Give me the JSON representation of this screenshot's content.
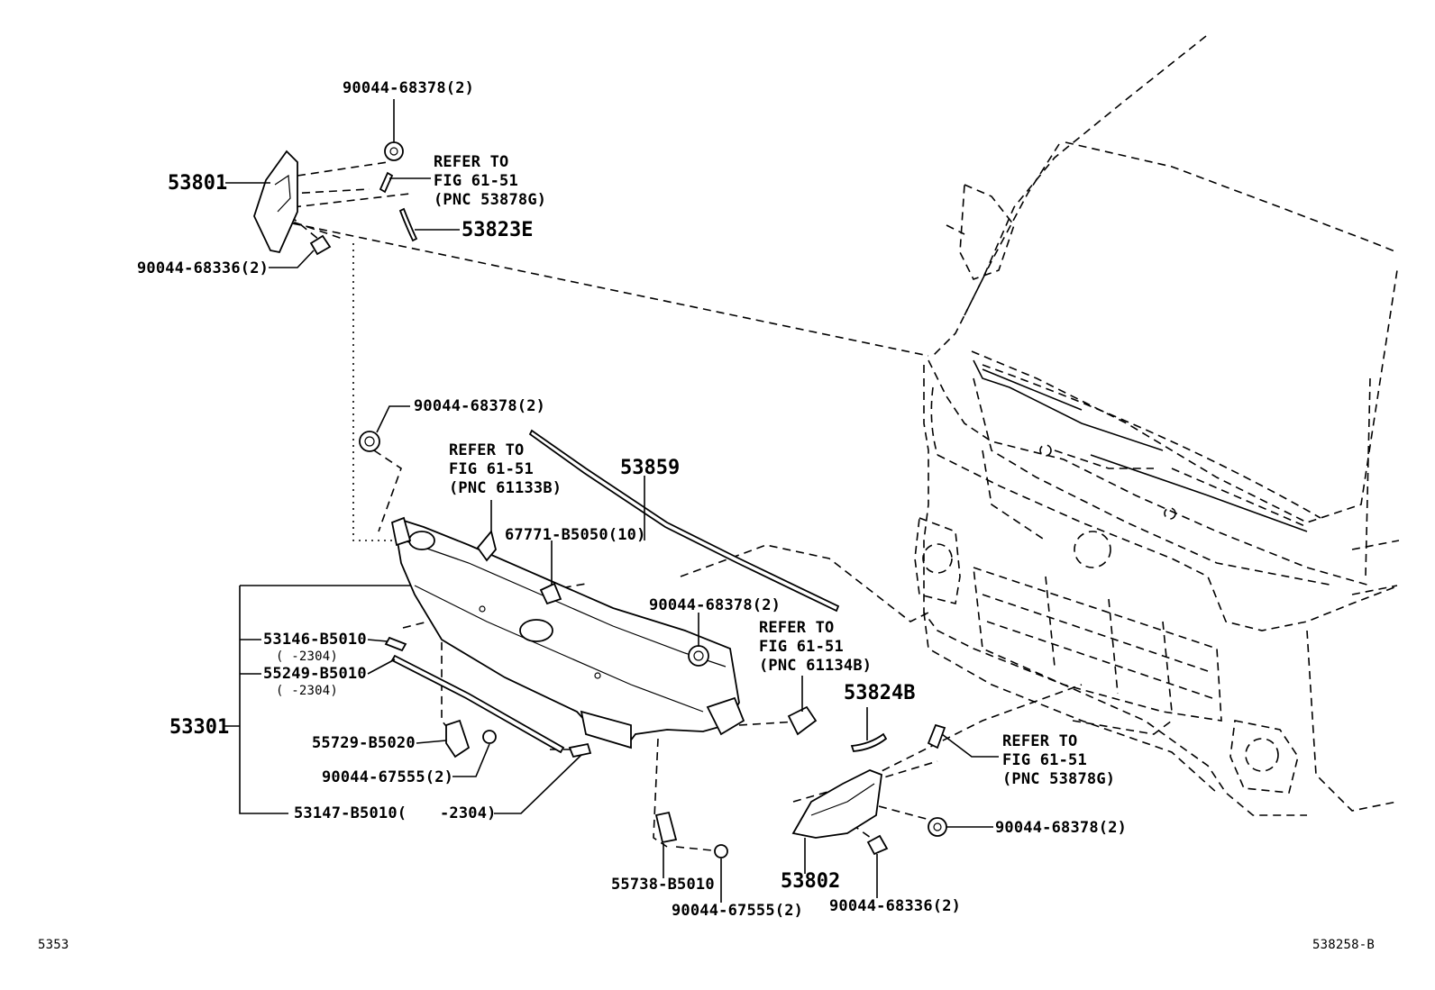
{
  "labels": {
    "c_90044_68378_top": "90044-68378(2)",
    "c_53801": "53801",
    "c_refer_top_1": "REFER TO",
    "c_refer_top_2": "FIG 61-51",
    "c_refer_top_3": "(PNC 53878G)",
    "c_53823E": "53823E",
    "c_90044_68336_top": "90044-68336(2)",
    "c_90044_68378_mid": "90044-68378(2)",
    "c_refer_mid_1": "REFER TO",
    "c_refer_mid_2": "FIG 61-51",
    "c_refer_mid_3": "(PNC 61133B)",
    "c_53859": "53859",
    "c_67771": "67771-B5050(10)",
    "c_90044_68378_right": "90044-68378(2)",
    "c_refer_right_1": "REFER TO",
    "c_refer_right_2": "FIG 61-51",
    "c_refer_right_3": "(PNC 61134B)",
    "c_53146": "53146-B5010",
    "c_53146_range": "(      -2304)",
    "c_55249": "55249-B5010",
    "c_55249_range": "(      -2304)",
    "c_53301": "53301",
    "c_55729": "55729-B5020",
    "c_90044_67555_left": "90044-67555(2)",
    "c_53147": "53147-B5010(",
    "c_53147_range": "-2304)",
    "c_53824B": "53824B",
    "c_refer_low_1": "REFER TO",
    "c_refer_low_2": "FIG 61-51",
    "c_refer_low_3": "(PNC 53878G)",
    "c_90044_68378_low": "90044-68378(2)",
    "c_53802": "53802",
    "c_90044_68336_low": "90044-68336(2)",
    "c_55738": "55738-B5010",
    "c_90044_67555_low": "90044-67555(2)",
    "c_page": "5353",
    "c_figure": "538258-B"
  }
}
